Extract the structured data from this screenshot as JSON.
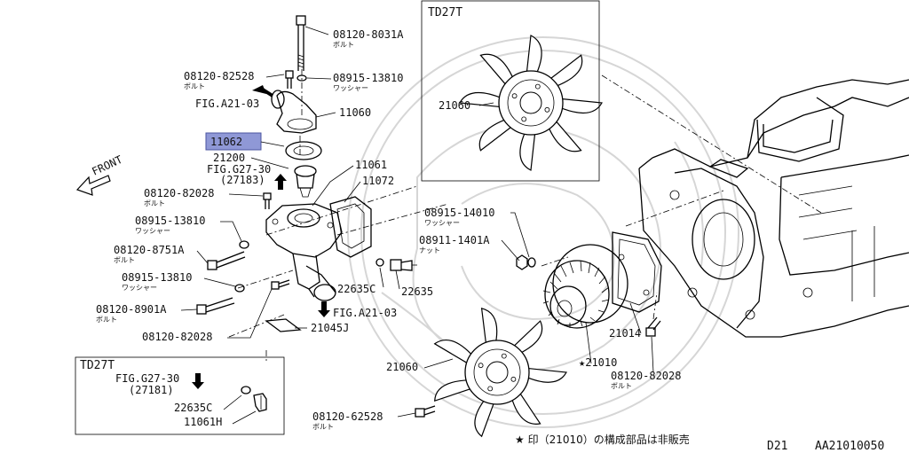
{
  "callouts": {
    "b_8031a": {
      "code": "08120-8031A",
      "sub": "ボルト"
    },
    "b_82528": {
      "code": "08120-82528",
      "sub": "ボルト"
    },
    "w_13810_top": {
      "code": "08915-13810",
      "sub": "ワッシャー"
    },
    "fig_a21_top": {
      "code": "FIG.A21-03"
    },
    "p_11060": {
      "code": "11060"
    },
    "p_11062": {
      "code": "11062"
    },
    "p_21200": {
      "code": "21200"
    },
    "fig_g27_30": {
      "code": "FIG.G27-30"
    },
    "fig_g27_30_ref": {
      "code": "(27183)"
    },
    "p_11061": {
      "code": "11061"
    },
    "p_11072": {
      "code": "11072"
    },
    "b_82028_a": {
      "code": "08120-82028",
      "sub": "ボルト"
    },
    "w_13810_b": {
      "code": "08915-13810",
      "sub": "ワッシャー"
    },
    "b_8751a": {
      "code": "08120-8751A",
      "sub": "ボルト"
    },
    "w_13810_c": {
      "code": "08915-13810",
      "sub": "ワッシャー"
    },
    "b_8901a": {
      "code": "08120-8901A",
      "sub": "ボルト"
    },
    "p_22635c": {
      "code": "22635C"
    },
    "p_22635": {
      "code": "22635"
    },
    "fig_a21_bottom": {
      "code": "FIG.A21-03"
    },
    "p_21045j": {
      "code": "21045J"
    },
    "b_82028_b": {
      "code": "08120-82028"
    },
    "w_14010": {
      "code": "08915-14010",
      "sub": "ワッシャー"
    },
    "n_1401a": {
      "code": "08911-1401A",
      "sub": "ナット"
    },
    "p_21060_top": {
      "code": "21060"
    },
    "p_21060_bottom": {
      "code": "21060"
    },
    "p_21014": {
      "code": "21014"
    },
    "p_21010": {
      "code": "★21010"
    },
    "b_82028_c": {
      "code": "08120-82028",
      "sub": "ボルト"
    },
    "b_62528": {
      "code": "08120-62528",
      "sub": "ボルト"
    }
  },
  "insets": {
    "top": {
      "title": "TD27T"
    },
    "bottom": {
      "title": "TD27T",
      "fig": "FIG.G27-30",
      "fig_ref": "(27181)",
      "p_22635c": "22635C",
      "p_11061h": "11061H"
    }
  },
  "front_label": "FRONT",
  "footer": {
    "note": "★ 印（21010）の構成部品は非販売",
    "model": "D21",
    "diagram_id": "AA21010050"
  },
  "highlight_color": "#8f98d6"
}
